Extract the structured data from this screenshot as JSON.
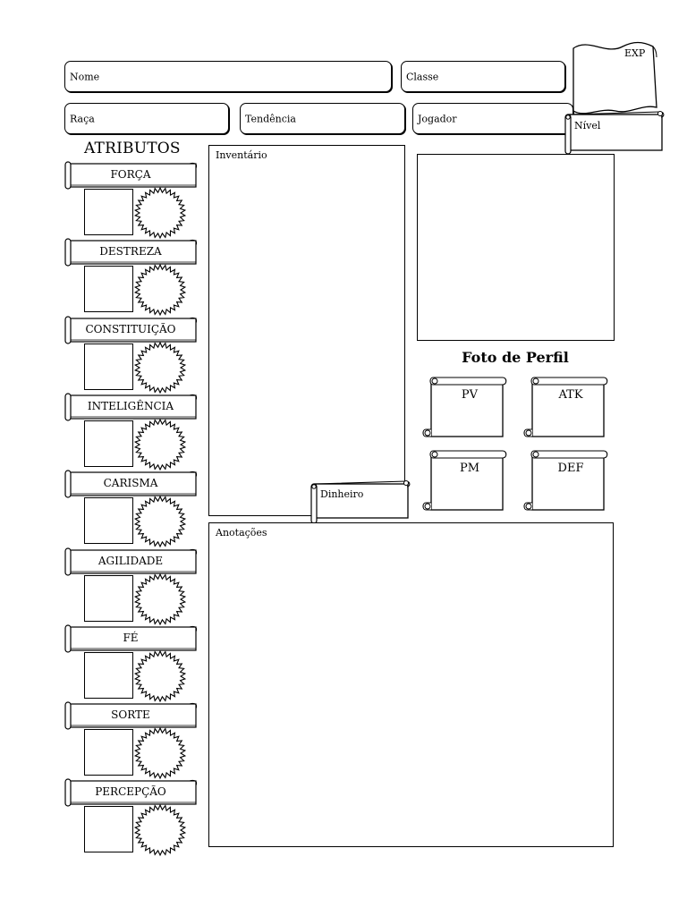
{
  "header": {
    "name_label": "Nome",
    "class_label": "Classe",
    "race_label": "Raça",
    "alignment_label": "Tendência",
    "player_label": "Jogador",
    "exp_label": "EXP",
    "level_label": "Nível"
  },
  "attributes": {
    "title": "ATRIBUTOS",
    "items": [
      {
        "label": "FORÇA"
      },
      {
        "label": "DESTREZA"
      },
      {
        "label": "CONSTITUIÇÃO"
      },
      {
        "label": "INTELIGÊNCIA"
      },
      {
        "label": "CARISMA"
      },
      {
        "label": "AGILIDADE"
      },
      {
        "label": "FÉ"
      },
      {
        "label": "SORTE"
      },
      {
        "label": "PERCEPÇÃO"
      }
    ]
  },
  "inventory": {
    "label": "Inventário",
    "money_label": "Dinheiro"
  },
  "profile": {
    "title": "Foto de Perfil"
  },
  "stats": [
    {
      "label": "PV"
    },
    {
      "label": "ATK"
    },
    {
      "label": "PM"
    },
    {
      "label": "DEF"
    }
  ],
  "notes": {
    "label": "Anotações"
  }
}
